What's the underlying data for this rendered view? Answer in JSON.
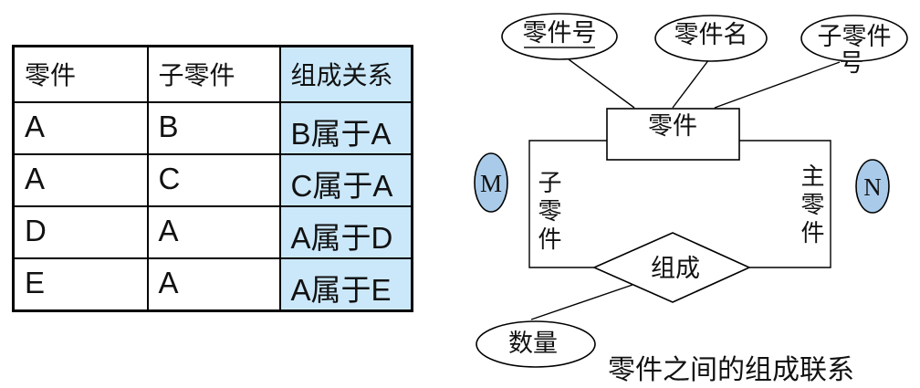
{
  "table": {
    "headers": [
      "零件",
      "子零件",
      "组成关系"
    ],
    "rows": [
      [
        "A",
        "B",
        "B属于A"
      ],
      [
        "A",
        "C",
        "C属于A"
      ],
      [
        "D",
        "A",
        "A属于D"
      ],
      [
        "E",
        "A",
        "A属于E"
      ]
    ]
  },
  "diagram": {
    "entity_label": "零件",
    "attribute_part_no": "零件号",
    "attribute_part_name": "零件名",
    "attribute_sub_part_no_line1": "子零件",
    "attribute_sub_part_no_line2": "号",
    "attribute_quantity": "数量",
    "relationship_label": "组成",
    "cardinality_left": "M",
    "cardinality_right": "N",
    "role_left": "子零件",
    "role_right": "主零件",
    "caption": "零件之间的组成联系"
  },
  "colors": {
    "highlight": "#cbe8fa",
    "cardinality_fill": "#a9cbe9",
    "cardinality_text": "#41618e"
  }
}
